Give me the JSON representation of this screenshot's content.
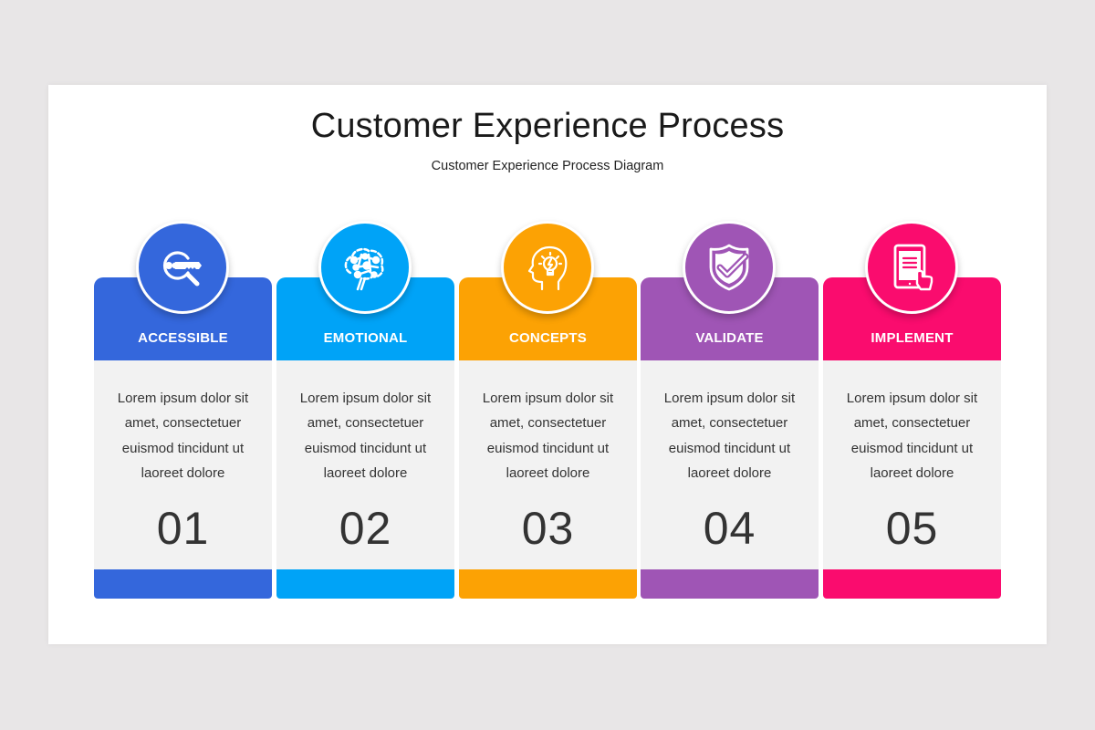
{
  "slide": {
    "title": "Customer Experience Process",
    "subtitle": "Customer Experience Process Diagram"
  },
  "steps": [
    {
      "label": "ACCESSIBLE",
      "text": "Lorem ipsum dolor sit amet, consectetuer euismod tincidunt ut laoreet dolore",
      "number": "01",
      "icon": "key-search-icon",
      "color": "#3467dc"
    },
    {
      "label": "EMOTIONAL",
      "text": "Lorem ipsum dolor sit amet, consectetuer euismod tincidunt ut laoreet dolore",
      "number": "02",
      "icon": "brain-network-icon",
      "color": "#00a3f7"
    },
    {
      "label": "CONCEPTS",
      "text": "Lorem ipsum dolor sit amet, consectetuer euismod tincidunt ut laoreet dolore",
      "number": "03",
      "icon": "head-lightbulb-icon",
      "color": "#fca204"
    },
    {
      "label": "VALIDATE",
      "text": "Lorem ipsum dolor sit amet, consectetuer euismod tincidunt ut laoreet dolore",
      "number": "04",
      "icon": "shield-check-icon",
      "color": "#9f55b5"
    },
    {
      "label": "IMPLEMENT",
      "text": "Lorem ipsum dolor sit amet, consectetuer euismod tincidunt ut laoreet dolore",
      "number": "05",
      "icon": "tablet-touch-icon",
      "color": "#fa0c6e"
    }
  ],
  "colors": {
    "background": "#e8e6e7",
    "slide": "#ffffff",
    "card_body": "#f2f2f2",
    "text": "#333333"
  }
}
